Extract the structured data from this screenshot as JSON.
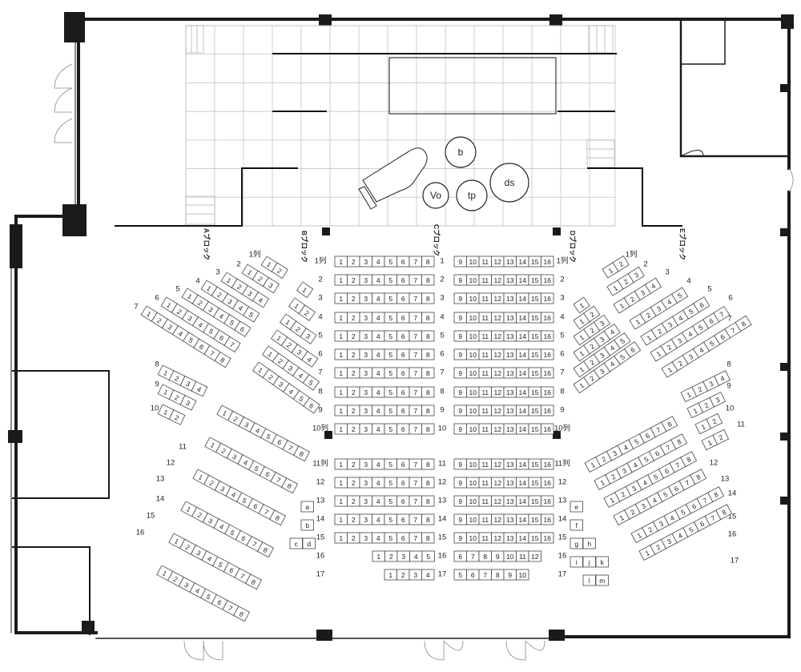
{
  "blocks": [
    "Aブロック",
    "Bブロック",
    "Cブロック",
    "Dブロック",
    "Eブロック"
  ],
  "stage": {
    "instruments": [
      "b",
      "ds",
      "Vo",
      "tp"
    ]
  },
  "row_labels": {
    "center_left": [
      "1列",
      "2",
      "3",
      "4",
      "5",
      "6",
      "7",
      "8",
      "9",
      "10列",
      "11列",
      "12",
      "13",
      "14",
      "15",
      "16",
      "17"
    ],
    "aisle": [
      "1",
      "2",
      "3",
      "4",
      "5",
      "6",
      "7",
      "8",
      "9",
      "10",
      "11",
      "12",
      "13",
      "14",
      "15",
      "16",
      "17"
    ],
    "center_right": [
      "1列",
      "2",
      "3",
      "4",
      "5",
      "6",
      "7",
      "8",
      "9",
      "10列",
      "11列",
      "12",
      "13",
      "14",
      "15",
      "16",
      "17"
    ],
    "a_block": [
      "1列",
      "2",
      "3",
      "4",
      "5",
      "6",
      "7",
      "8",
      "9",
      "10",
      "11",
      "12",
      "13",
      "14",
      "15",
      "16"
    ],
    "e_block": [
      "1列",
      "2",
      "3",
      "4",
      "5",
      "6",
      "7",
      "8",
      "9",
      "10",
      "11",
      "12",
      "13",
      "14",
      "15",
      "16",
      "17"
    ]
  },
  "seats": {
    "c_left": [
      "1",
      "2",
      "3",
      "4",
      "5",
      "6",
      "7",
      "8"
    ],
    "c_left_16": [
      "1",
      "2",
      "3",
      "4",
      "5"
    ],
    "c_left_17": [
      "1",
      "2",
      "3",
      "4"
    ],
    "c_right": [
      "9",
      "10",
      "11",
      "12",
      "13",
      "14",
      "15",
      "16"
    ],
    "c_right_16": [
      "6",
      "7",
      "8",
      "9",
      "10",
      "11",
      "12"
    ],
    "c_right_17": [
      "5",
      "6",
      "7",
      "8",
      "9",
      "10"
    ],
    "a_rows": [
      [
        "1",
        "2"
      ],
      [
        "1",
        "2",
        "3"
      ],
      [
        "1",
        "2",
        "3",
        "4"
      ],
      [
        "1",
        "2",
        "3",
        "4",
        "5"
      ],
      [
        "1",
        "2",
        "3",
        "4",
        "5",
        "6"
      ],
      [
        "1",
        "2",
        "3",
        "4",
        "5",
        "6",
        "7"
      ],
      [
        "1",
        "2",
        "3",
        "4",
        "5",
        "6",
        "7",
        "8"
      ],
      [
        "1",
        "2",
        "3",
        "4"
      ],
      [
        "1",
        "2",
        "3"
      ],
      [
        "1",
        "2"
      ],
      [
        "1",
        "2",
        "3",
        "4",
        "5",
        "6",
        "7",
        "8"
      ],
      [
        "1",
        "2",
        "3",
        "4",
        "5",
        "6",
        "7",
        "8"
      ],
      [
        "1",
        "2",
        "3",
        "4",
        "5",
        "6",
        "7",
        "8"
      ],
      [
        "1",
        "2",
        "3",
        "4",
        "5",
        "6",
        "7",
        "8"
      ],
      [
        "1",
        "2",
        "3",
        "4",
        "5",
        "6",
        "7",
        "8"
      ],
      [
        "1",
        "2",
        "3",
        "4",
        "5",
        "6",
        "7",
        "8"
      ]
    ],
    "b_rows": [
      [
        "1"
      ],
      [
        "1",
        "2"
      ],
      [
        "1",
        "2",
        "3"
      ],
      [
        "1",
        "2",
        "3",
        "4"
      ],
      [
        "1",
        "2",
        "3",
        "4",
        "5"
      ],
      [
        "1",
        "2",
        "3",
        "4",
        "5",
        "6"
      ]
    ],
    "d_rows": [
      [
        "1"
      ],
      [
        "1",
        "2"
      ],
      [
        "1",
        "2",
        "3"
      ],
      [
        "1",
        "2",
        "3",
        "4"
      ],
      [
        "1",
        "2",
        "3",
        "4",
        "5"
      ],
      [
        "1",
        "2",
        "3",
        "4",
        "5",
        "6"
      ]
    ],
    "e_rows": [
      [
        "1",
        "2"
      ],
      [
        "1",
        "2",
        "3"
      ],
      [
        "1",
        "2",
        "3",
        "4"
      ],
      [
        "1",
        "2",
        "3",
        "4",
        "5"
      ],
      [
        "1",
        "2",
        "3",
        "4",
        "5",
        "6"
      ],
      [
        "1",
        "2",
        "3",
        "4",
        "5",
        "6",
        "7"
      ],
      [
        "1",
        "2",
        "3",
        "4",
        "5",
        "6",
        "7",
        "8"
      ],
      [
        "1",
        "2",
        "3",
        "4"
      ],
      [
        "1",
        "2",
        "3"
      ],
      [
        "1",
        "2"
      ],
      [
        "1",
        "2"
      ],
      [
        "1",
        "2",
        "3",
        "4",
        "5",
        "6",
        "7",
        "8"
      ],
      [
        "1",
        "2",
        "3",
        "4",
        "5",
        "6",
        "7",
        "8"
      ],
      [
        "1",
        "2",
        "3",
        "4",
        "5",
        "6",
        "7",
        "8"
      ],
      [
        "1",
        "2",
        "3",
        "4",
        "5",
        "6",
        "7",
        "8"
      ],
      [
        "1",
        "2",
        "3",
        "4",
        "5",
        "6",
        "7",
        "8"
      ],
      [
        "1",
        "2",
        "3",
        "4",
        "5",
        "6",
        "7",
        "8"
      ]
    ],
    "extra_left": [
      "a",
      "b",
      "c",
      "d"
    ],
    "extra_right": [
      "e",
      "f",
      "g",
      "h",
      "i",
      "j",
      "k",
      "l",
      "m"
    ]
  }
}
